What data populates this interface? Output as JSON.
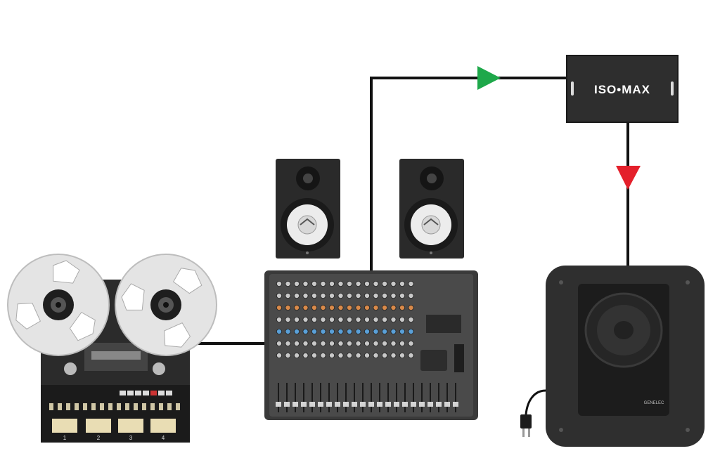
{
  "diagram": {
    "isomax": {
      "label": "ISO•MAX"
    },
    "tape_machine": {
      "track_labels": [
        "1",
        "2",
        "3",
        "4"
      ]
    },
    "subwoofer": {
      "brand": "GENELEC"
    },
    "colors": {
      "cable": "#111111",
      "arrow_forward": "#1ea84a",
      "arrow_down": "#e4202b",
      "device_dark": "#2b2b2b"
    }
  }
}
